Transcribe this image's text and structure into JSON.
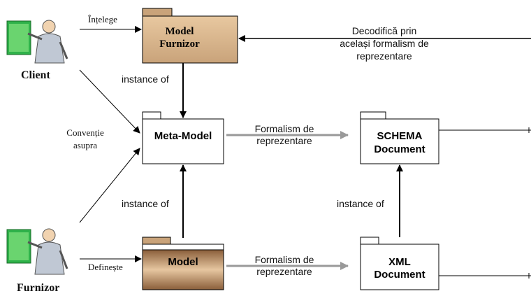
{
  "actors": {
    "client": "Client",
    "furnizor": "Furnizor"
  },
  "edges": {
    "intelege": "Înțelege",
    "defineste": "Definește",
    "conventie_line1": "Convenție",
    "conventie_line2": "asupra",
    "decodifica_line1": "Decodifică prin",
    "decodifica_line2": "același formalism de",
    "decodifica_line3": "reprezentare",
    "instance_of_top": "instance of",
    "instance_of_mid": "instance of",
    "instance_of_right": "instance of",
    "formalism_top_line1": "Formalism de",
    "formalism_top_line2": "reprezentare",
    "formalism_bottom_line1": "Formalism de",
    "formalism_bottom_line2": "reprezentare"
  },
  "packages": {
    "model_furnizor_line1": "Model",
    "model_furnizor_line2": "Furnizor",
    "meta_model": "Meta-Model",
    "schema_line1": "SCHEMA",
    "schema_line2": "Document",
    "model": "Model",
    "xml_line1": "XML",
    "xml_line2": "Document"
  },
  "colors": {
    "brown_fill_light": "#e8c8a0",
    "brown_fill_dark": "#a57b52",
    "gray_arrow": "#999999",
    "line": "#000000"
  }
}
